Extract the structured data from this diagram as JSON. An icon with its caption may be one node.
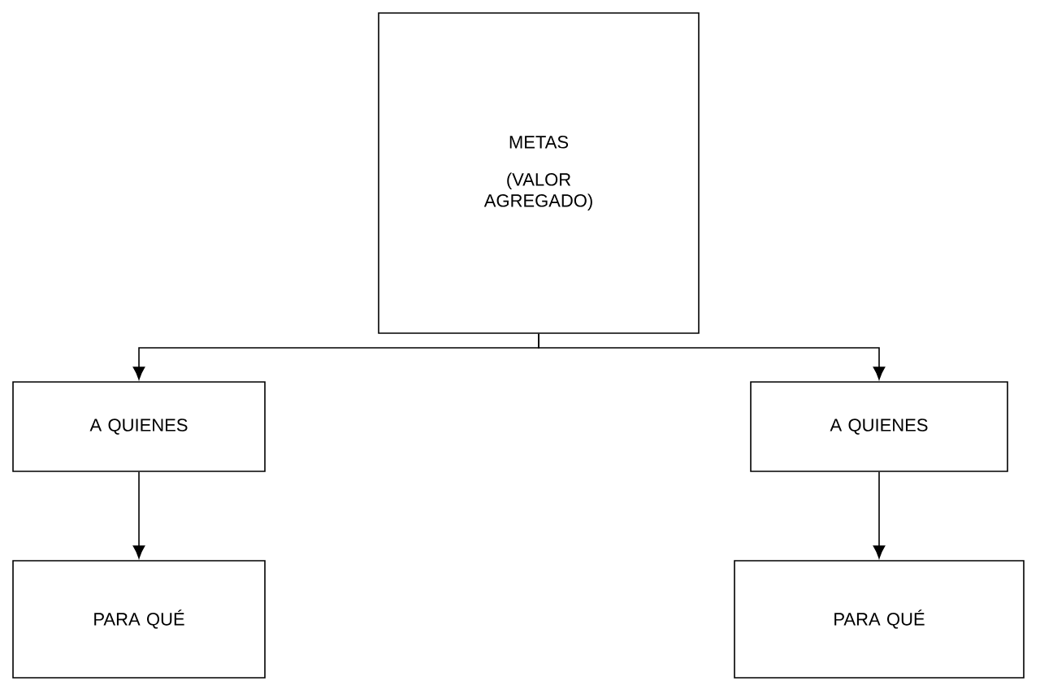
{
  "diagram": {
    "nodes": [
      {
        "text": [
          "METAS",
          "(VALOR AGREGADO)"
        ]
      },
      {
        "text": [
          "A QUIENES"
        ]
      },
      {
        "text": [
          "A QUIENES"
        ]
      },
      {
        "text": [
          "PARA QUÉ"
        ]
      },
      {
        "text": [
          "PARA QUÉ"
        ]
      }
    ],
    "edges": [
      {
        "from": 0,
        "to": 1,
        "arrow": "to"
      },
      {
        "from": 0,
        "to": 2,
        "arrow": "to"
      },
      {
        "from": 1,
        "to": 3,
        "arrow": "to"
      },
      {
        "from": 2,
        "to": 4,
        "arrow": "to"
      }
    ]
  }
}
